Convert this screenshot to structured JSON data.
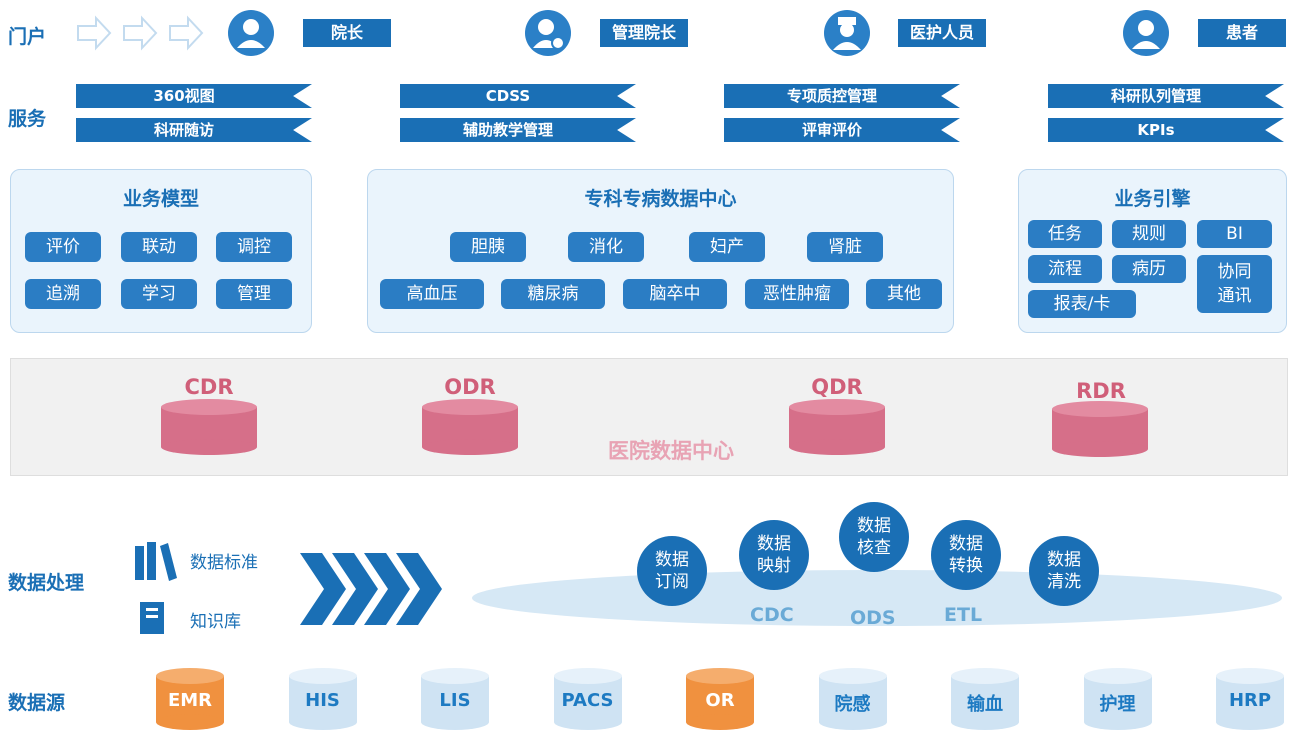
{
  "rows": {
    "portal": "门户",
    "service": "服务",
    "processing": "数据处理",
    "source": "数据源"
  },
  "portal": {
    "roles": [
      "院长",
      "管理院长",
      "医护人员",
      "患者"
    ]
  },
  "services": {
    "col1": [
      "360视图",
      "科研随访"
    ],
    "col2": [
      "CDSS",
      "辅助教学管理"
    ],
    "col3": [
      "专项质控管理",
      "评审评价"
    ],
    "col4": [
      "科研队列管理",
      "KPIs"
    ]
  },
  "business_model": {
    "title": "业务模型",
    "items": [
      "评价",
      "联动",
      "调控",
      "追溯",
      "学习",
      "管理"
    ]
  },
  "specialty_center": {
    "title": "专科专病数据中心",
    "row1": [
      "胆胰",
      "消化",
      "妇产",
      "肾脏"
    ],
    "row2": [
      "高血压",
      "糖尿病",
      "脑卒中",
      "恶性肿瘤",
      "其他"
    ]
  },
  "business_engine": {
    "title": "业务引擎",
    "items": [
      "任务",
      "规则",
      "BI",
      "流程",
      "病历",
      "协同通讯",
      "报表/卡"
    ]
  },
  "hospital_data_center": {
    "title": "医院数据中心",
    "dbs": [
      "CDR",
      "ODR",
      "QDR",
      "RDR"
    ]
  },
  "processing": {
    "left": [
      "数据标准",
      "知识库"
    ],
    "steps": [
      "数据订阅",
      "数据映射",
      "数据核查",
      "数据转换",
      "数据清洗"
    ],
    "labels": [
      "CDC",
      "ODS",
      "ETL"
    ]
  },
  "sources": [
    {
      "name": "EMR",
      "color": "#f0913f"
    },
    {
      "name": "HIS",
      "color": "#cfe3f3"
    },
    {
      "name": "LIS",
      "color": "#cfe3f3"
    },
    {
      "name": "PACS",
      "color": "#cfe3f3"
    },
    {
      "name": "OR",
      "color": "#f0913f"
    },
    {
      "name": "院感",
      "color": "#cfe3f3"
    },
    {
      "name": "输血",
      "color": "#cfe3f3"
    },
    {
      "name": "护理",
      "color": "#cfe3f3"
    },
    {
      "name": "HRP",
      "color": "#cfe3f3"
    }
  ],
  "colors": {
    "primary": "#1a6fb5",
    "panel_bg": "#eaf4fc",
    "db_pink": "#d66f89",
    "orange": "#f0913f"
  }
}
